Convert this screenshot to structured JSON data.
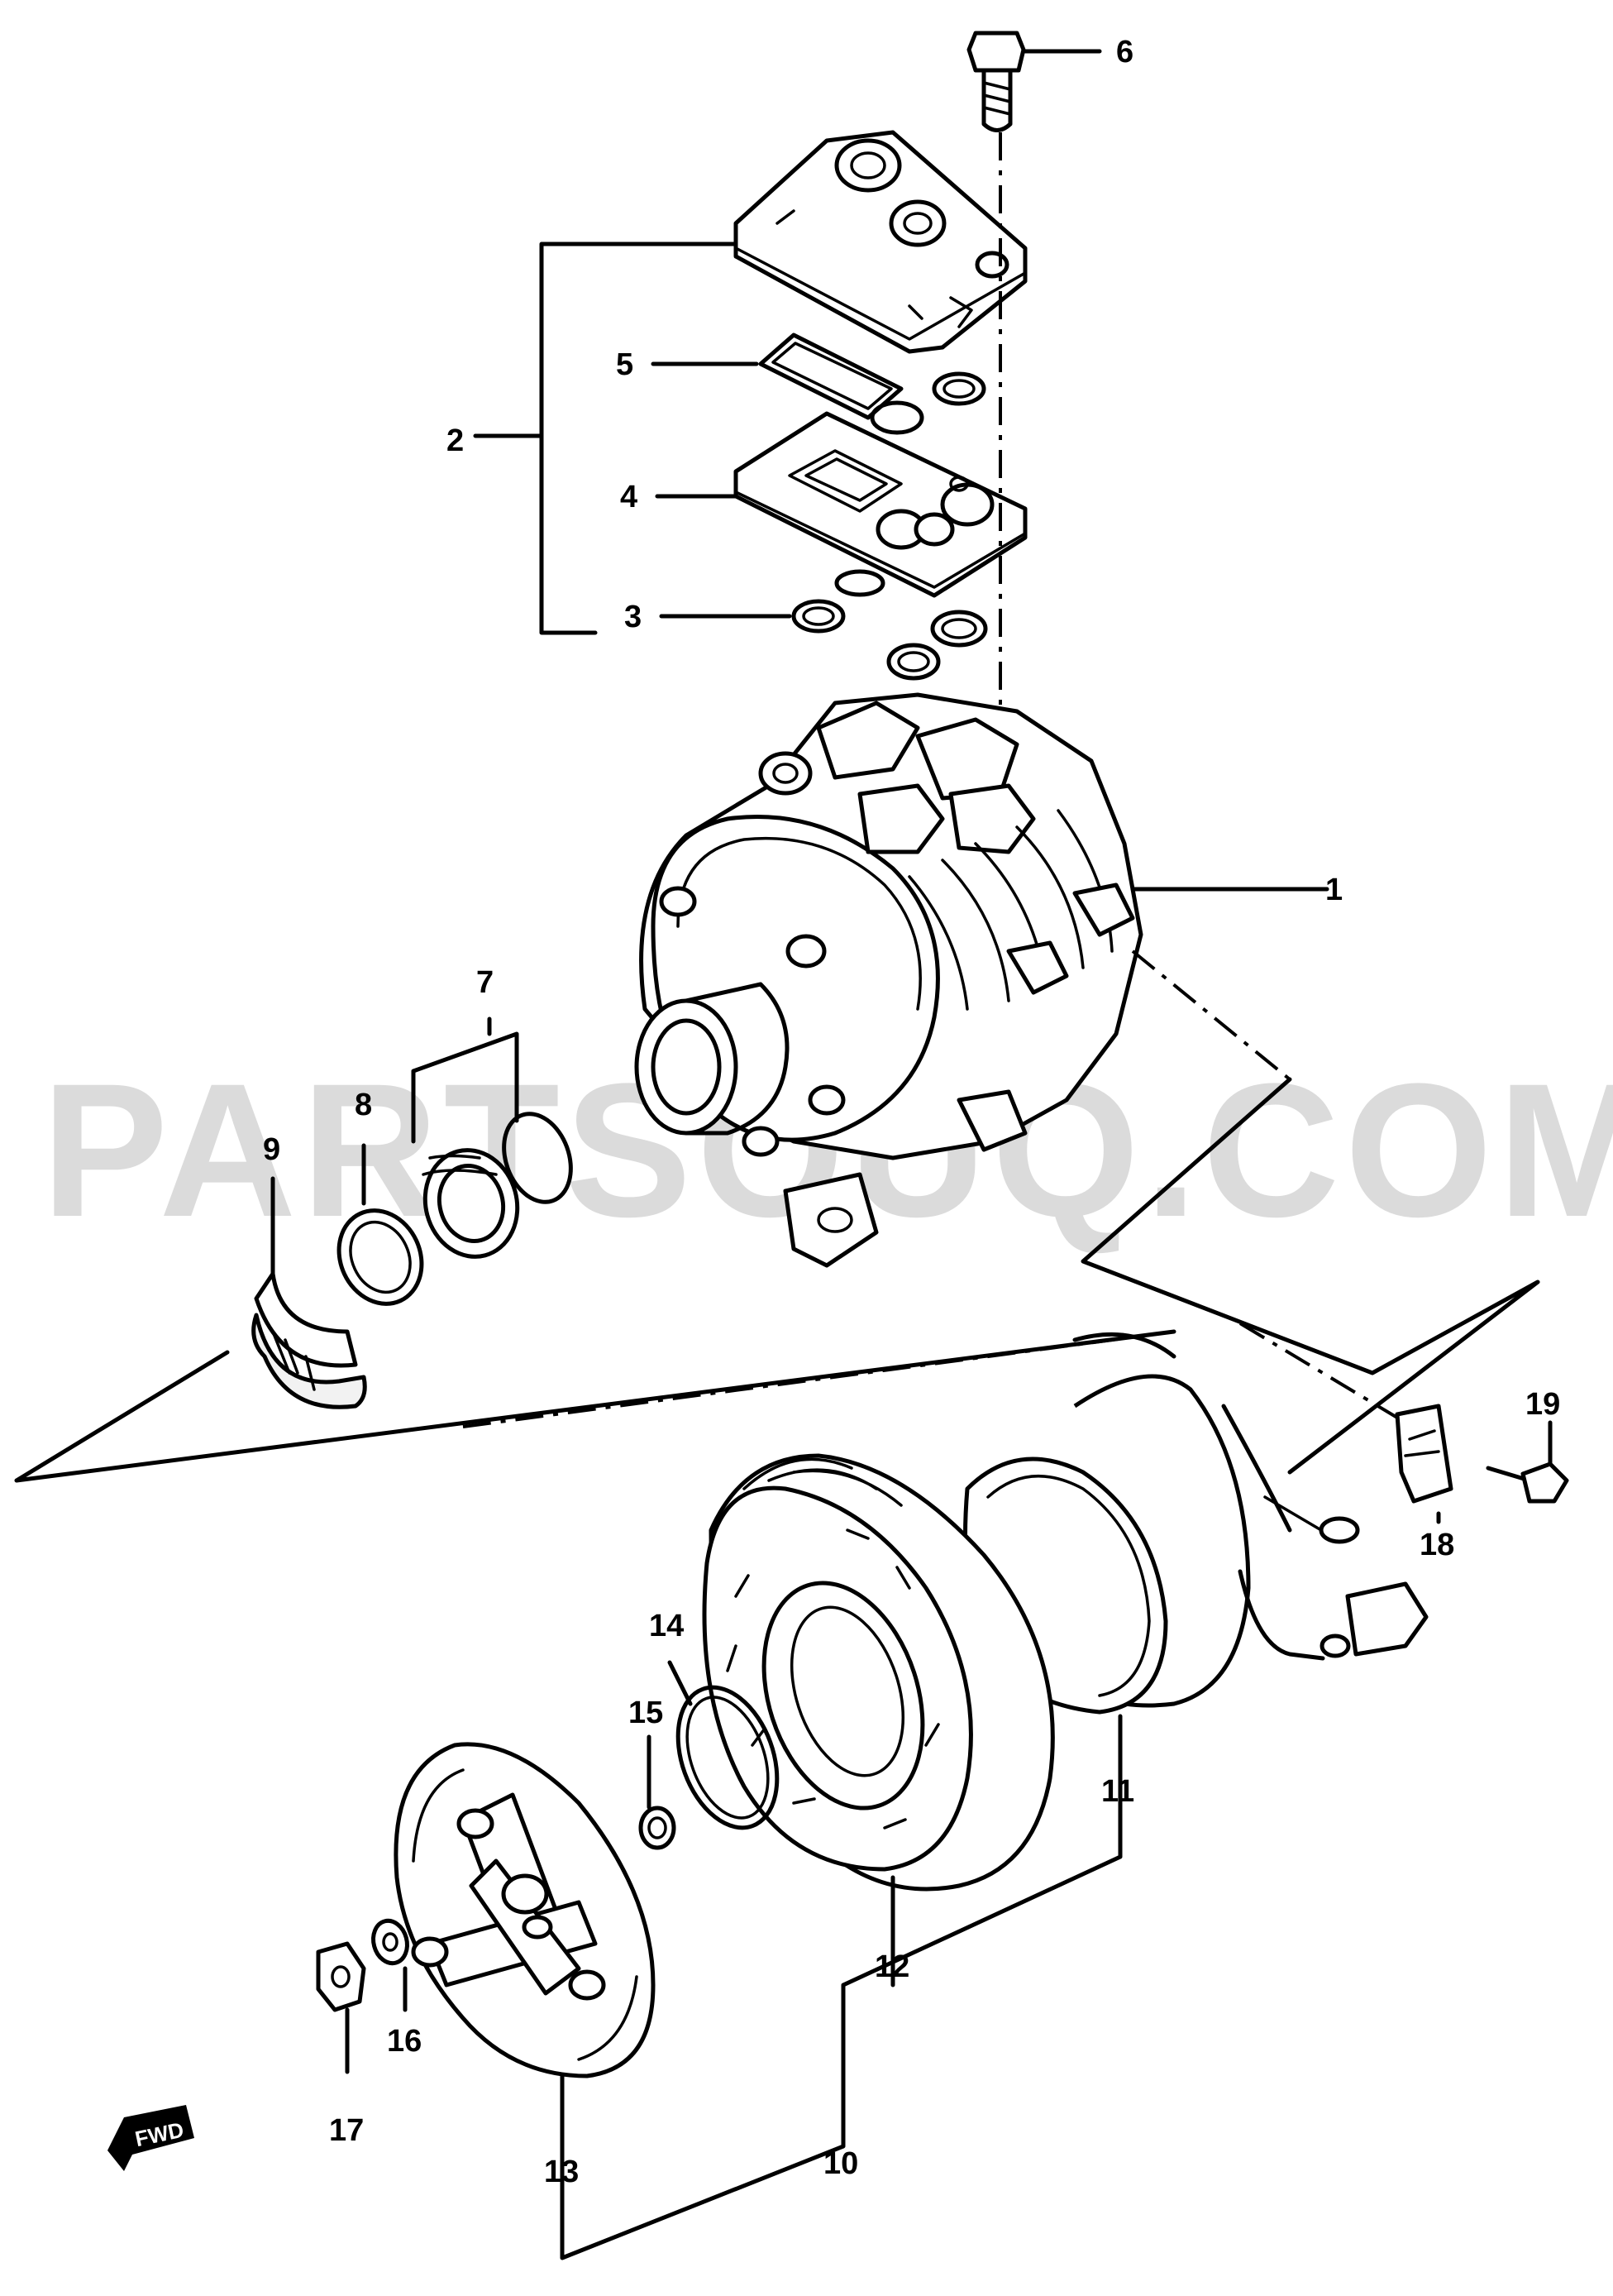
{
  "watermark": "PARTSOUQ.COM",
  "orientation_badge": "FWD",
  "callouts": [
    "1",
    "2",
    "3",
    "4",
    "5",
    "6",
    "7",
    "8",
    "9",
    "10",
    "11",
    "12",
    "13",
    "14",
    "15",
    "16",
    "17",
    "18",
    "19"
  ]
}
